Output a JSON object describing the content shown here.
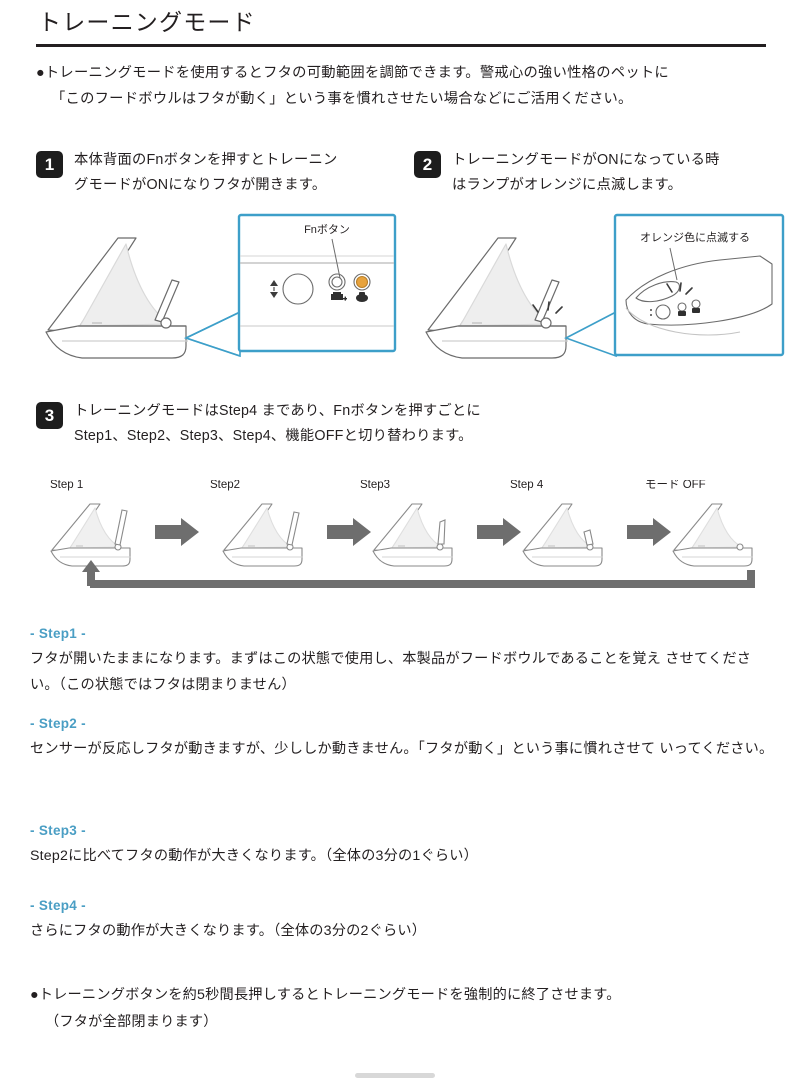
{
  "document": {
    "title": "トレーニングモード",
    "intro_line1": "●トレーニングモードを使用するとフタの可動範囲を調節できます。警戒心の強い性格のペットに",
    "intro_line2": "「このフードボウルはフタが動く」という事を慣れさせたい場合などにご活用ください。",
    "closing_line1": "●トレーニングボタンを約5秒間長押しするとトレーニングモードを強制的に終了させます。",
    "closing_line2": "（フタが全部閉まります）"
  },
  "steps": [
    {
      "number": "1",
      "text_line1": "本体背面のFnボタンを押すとトレーニン",
      "text_line2": "グモードがONになりフタが開きます。",
      "callout_label": "Fnボタン"
    },
    {
      "number": "2",
      "text_line1": "トレーニングモードがONになっている時",
      "text_line2": "はランプがオレンジに点滅します。",
      "callout_label": "オレンジ色に点滅する"
    },
    {
      "number": "3",
      "text_line1": "トレーニングモードはStep4 まであり、Fnボタンを押すごとに",
      "text_line2": "Step1、Step2、Step3、Step4、機能OFFと切り替わります。"
    }
  ],
  "flow": {
    "labels": [
      "Step 1",
      "Step2",
      "Step3",
      "Step 4",
      "モード OFF"
    ]
  },
  "details": [
    {
      "heading": "- Step1 -",
      "line1": "フタが開いたままになります。まずはこの状態で使用し、本製品がフードボウルであることを覚え",
      "line2": "させてください。（この状態ではフタは閉まりません）"
    },
    {
      "heading": "- Step2 -",
      "line1": "センサーが反応しフタが動きますが、少ししか動きません。「フタが動く」という事に慣れさせて",
      "line2": "いってください。"
    },
    {
      "heading": "- Step3 -",
      "line1": "Step2に比べてフタの動作が大きくなります。（全体の3分の1ぐらい）",
      "line2": ""
    },
    {
      "heading": "- Step4 -",
      "line1": "さらにフタの動作が大きくなります。（全体の3分の2ぐらい）",
      "line2": ""
    }
  ],
  "colors": {
    "callout_border": "#3d9fc9",
    "accent_heading": "#4a9ec4",
    "badge_background": "#1d1d1d",
    "text": "#231f20",
    "arrow_gray": "#6e6e6e",
    "lamp_orange": "#e8a33d"
  }
}
